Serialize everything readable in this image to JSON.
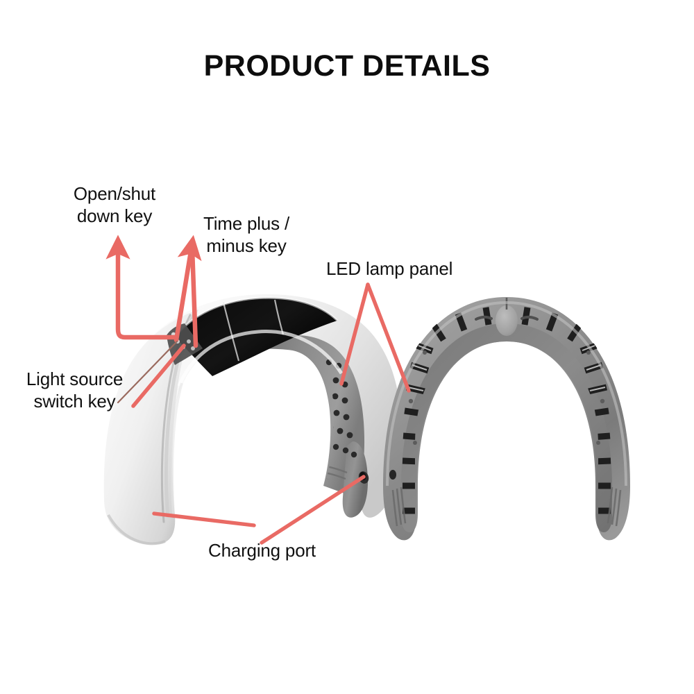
{
  "page": {
    "title": "PRODUCT DETAILS",
    "background_color": "#ffffff"
  },
  "colors": {
    "title_text": "#0d0d0d",
    "label_text": "#111111",
    "callout_arrow": "#e96a64",
    "callout_arrow_light": "#e8827c",
    "device_white_body": "#f2f2f2",
    "device_grey_body": "#8c8c8c",
    "device_dark_panel": "#111111",
    "led_strip": "#2b2b2b"
  },
  "callouts": [
    {
      "id": "open-shut-down-key",
      "label": "Open/shut\ndown key",
      "arrow_style": "elbow-up-arrow",
      "points_to": "power-button"
    },
    {
      "id": "time-plus-minus-key",
      "label": "Time plus /\nminus key",
      "arrow_style": "double-v-up-arrow",
      "points_to": "timer-buttons"
    },
    {
      "id": "led-lamp-panel",
      "label": "LED lamp panel",
      "arrow_style": "inverted-v-leader",
      "points_to": "led-lamp-panels"
    },
    {
      "id": "light-source-switch-key",
      "label": "Light source\nswitch key",
      "arrow_style": "thin-double-leader",
      "points_to": "light-source-buttons"
    },
    {
      "id": "charging-port",
      "label": "Charging port",
      "arrow_style": "double-leader",
      "points_to": "charging-ports"
    }
  ],
  "devices": [
    {
      "id": "device-side-view",
      "name": "LED therapy mask - angled side view",
      "finish": "white",
      "features": [
        "dark-top-panel",
        "control-buttons",
        "led-lamp-panel-interior",
        "charging-port"
      ]
    },
    {
      "id": "device-front-view",
      "name": "LED therapy mask - front view",
      "finish": "grey",
      "features": [
        "led-strip-ring",
        "top-center-sensor",
        "vent-slots"
      ]
    }
  ]
}
